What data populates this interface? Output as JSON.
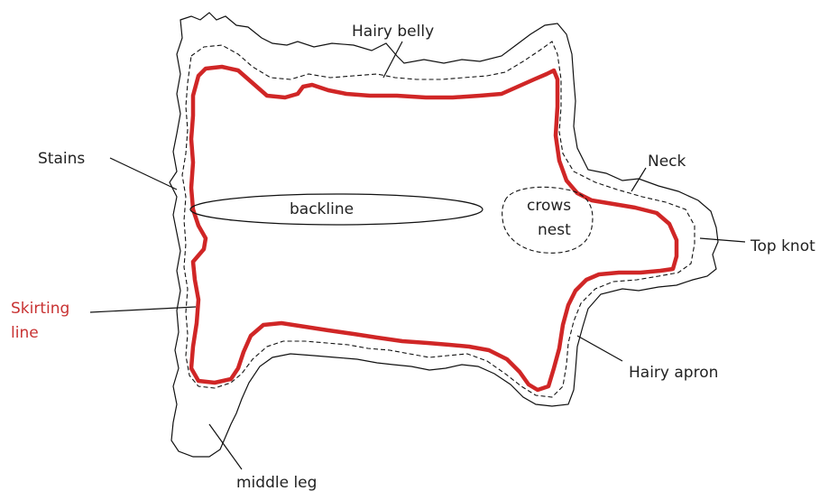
{
  "labels": {
    "hairy_belly": "Hairy belly",
    "stains": "Stains",
    "neck": "Neck",
    "backline": "backline",
    "crows_line1": "crows",
    "crows_line2": "nest",
    "top_knot": "Top knot",
    "skirting_line1": "Skirting",
    "skirting_line2": "line",
    "hairy_apron": "Hairy apron",
    "middle_leg": "middle leg"
  },
  "colors": {
    "skirting_line": "#d02626",
    "skirting_label": "#c83232",
    "outline": "#111111"
  }
}
